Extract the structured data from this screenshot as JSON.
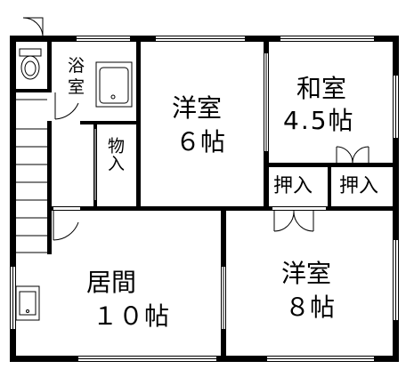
{
  "plan": {
    "rooms": {
      "bath": "浴室",
      "storage": "物入",
      "western6": {
        "name": "洋室",
        "size": "６帖"
      },
      "japanese": {
        "name": "和室",
        "size": "4.5帖"
      },
      "closet_left": "押入",
      "closet_right": "押入",
      "living": {
        "name": "居間",
        "size": "１０帖"
      },
      "western8": {
        "name": "洋室",
        "size": "８帖"
      }
    }
  }
}
